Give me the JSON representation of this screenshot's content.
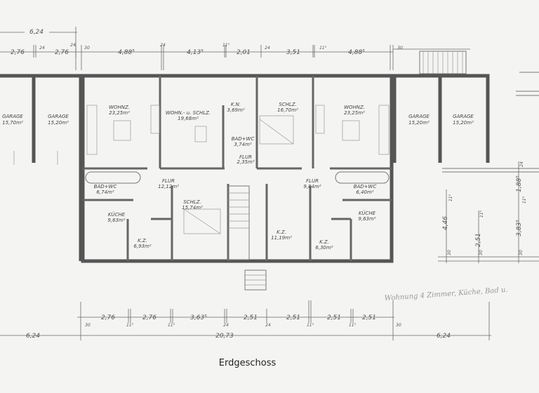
{
  "caption": "Erdgeschoss",
  "note": "Wohnung 4 Zimmer, Küche, Bad u.",
  "rooms": [
    {
      "name": "GARAGE",
      "area": "15,70m²"
    },
    {
      "name": "GARAGE",
      "area": "15,20m²"
    },
    {
      "name": "WOHNZ.",
      "area": "23,25m²"
    },
    {
      "name": "WOHN.- u. SCHLZ.",
      "area": "19,68m²"
    },
    {
      "name": "K.N.",
      "area": "3,69m²"
    },
    {
      "name": "BAD+WC",
      "area": "3,74m²"
    },
    {
      "name": "FLUR",
      "area": "2,35m²"
    },
    {
      "name": "SCHLZ.",
      "area": "16,70m²"
    },
    {
      "name": "WOHNZ.",
      "area": "23,25m²"
    },
    {
      "name": "GARAGE",
      "area": "15,20m²"
    },
    {
      "name": "GARAGE",
      "area": "15,20m²"
    },
    {
      "name": "BAD+WC",
      "area": "6,74m²"
    },
    {
      "name": "FLUR",
      "area": "12,12m²"
    },
    {
      "name": "SCHLZ.",
      "area": "15,74m²"
    },
    {
      "name": "KÜCHE",
      "area": "9,63m²"
    },
    {
      "name": "K.Z.",
      "area": "6,93m²"
    },
    {
      "name": "FLUR",
      "area": "9,84m²"
    },
    {
      "name": "BAD+WC",
      "area": "6,40m²"
    },
    {
      "name": "K.Z.",
      "area": "11,19m²"
    },
    {
      "name": "K.Z.",
      "area": "6,30m²"
    },
    {
      "name": "KÜCHE",
      "area": "9,63m²"
    }
  ],
  "dimensions": {
    "top_overall": [
      "6,24"
    ],
    "top": [
      "2,76",
      "24",
      "2,76",
      "24",
      "30",
      "4,88⁵",
      "24",
      "4,13⁵",
      "11⁵",
      "2,01",
      "24",
      "3,51",
      "11⁵",
      "4,88⁵",
      "30"
    ],
    "bottom": [
      "30",
      "2,76",
      "11⁵",
      "2,76",
      "11⁵",
      "3,63⁵",
      "24",
      "2,51",
      "24",
      "2,51",
      "11⁵",
      "2,51",
      "11⁵",
      "2,51",
      "30"
    ],
    "bottom_overall": [
      "6,24",
      "20,73",
      "6,24"
    ],
    "right": [
      "24",
      "1,88⁵",
      "11⁵",
      "4,46",
      "11⁵",
      "2,51",
      "11⁵",
      "3,83⁵",
      "30",
      "30",
      "30"
    ]
  }
}
